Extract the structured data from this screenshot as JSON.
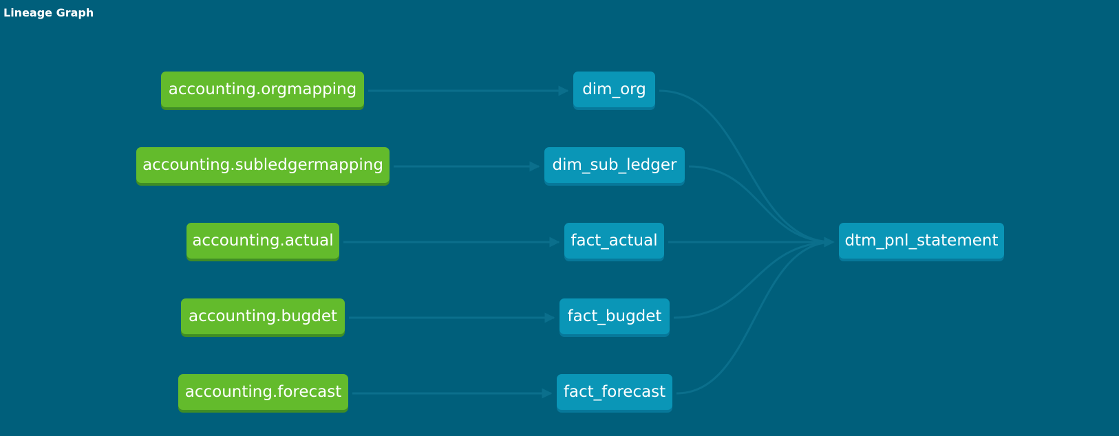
{
  "title": "Lineage Graph",
  "colors": {
    "background": "#005f7b",
    "source_node": "#63bb2c",
    "model_node": "#0a96b7",
    "edge": "#0b6f8c"
  },
  "nodes": {
    "src_orgmapping": {
      "label": "accounting.orgmapping",
      "kind": "source"
    },
    "src_subledgermapping": {
      "label": "accounting.subledgermapping",
      "kind": "source"
    },
    "src_actual": {
      "label": "accounting.actual",
      "kind": "source"
    },
    "src_bugdet": {
      "label": "accounting.bugdet",
      "kind": "source"
    },
    "src_forecast": {
      "label": "accounting.forecast",
      "kind": "source"
    },
    "dim_org": {
      "label": "dim_org",
      "kind": "model"
    },
    "dim_sub_ledger": {
      "label": "dim_sub_ledger",
      "kind": "model"
    },
    "fact_actual": {
      "label": "fact_actual",
      "kind": "model"
    },
    "fact_bugdet": {
      "label": "fact_bugdet",
      "kind": "model"
    },
    "fact_forecast": {
      "label": "fact_forecast",
      "kind": "model"
    },
    "dtm_pnl_statement": {
      "label": "dtm_pnl_statement",
      "kind": "model"
    }
  },
  "edges": [
    {
      "from": "src_orgmapping",
      "to": "dim_org"
    },
    {
      "from": "src_subledgermapping",
      "to": "dim_sub_ledger"
    },
    {
      "from": "src_actual",
      "to": "fact_actual"
    },
    {
      "from": "src_bugdet",
      "to": "fact_bugdet"
    },
    {
      "from": "src_forecast",
      "to": "fact_forecast"
    },
    {
      "from": "dim_org",
      "to": "dtm_pnl_statement"
    },
    {
      "from": "dim_sub_ledger",
      "to": "dtm_pnl_statement"
    },
    {
      "from": "fact_actual",
      "to": "dtm_pnl_statement"
    },
    {
      "from": "fact_bugdet",
      "to": "dtm_pnl_statement"
    },
    {
      "from": "fact_forecast",
      "to": "dtm_pnl_statement"
    }
  ]
}
